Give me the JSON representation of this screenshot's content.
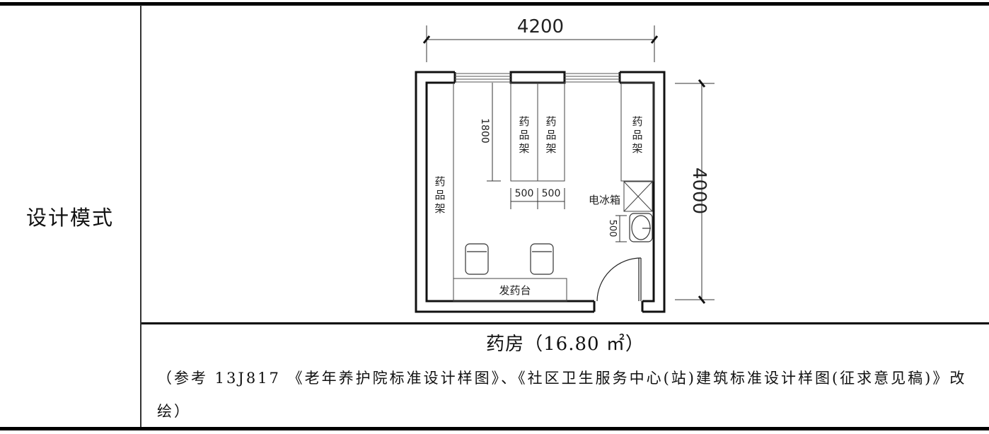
{
  "table": {
    "row_label": "设计模式"
  },
  "floor_plan": {
    "room_name": "药房",
    "dimensions": {
      "width_mm": "4200",
      "depth_mm": "4000",
      "shelf_depth_mm": "1800",
      "shelf_width_left_mm": "500",
      "shelf_width_right_mm": "500",
      "sink_width_mm": "500"
    },
    "fixtures": {
      "shelf_left": "药品架",
      "shelf_center_1": "药品架",
      "shelf_center_2": "药品架",
      "shelf_right": "药品架",
      "refrigerator": "电冰箱",
      "dispensing_counter": "发药台"
    },
    "chairs": 2
  },
  "caption": {
    "title": "药房（16.80 ㎡）",
    "note": "（参考 13J817 《老年养护院标准设计样图》、《社区卫生服务中心(站)建筑标准设计样图(征求意见稿)》改绘）"
  }
}
